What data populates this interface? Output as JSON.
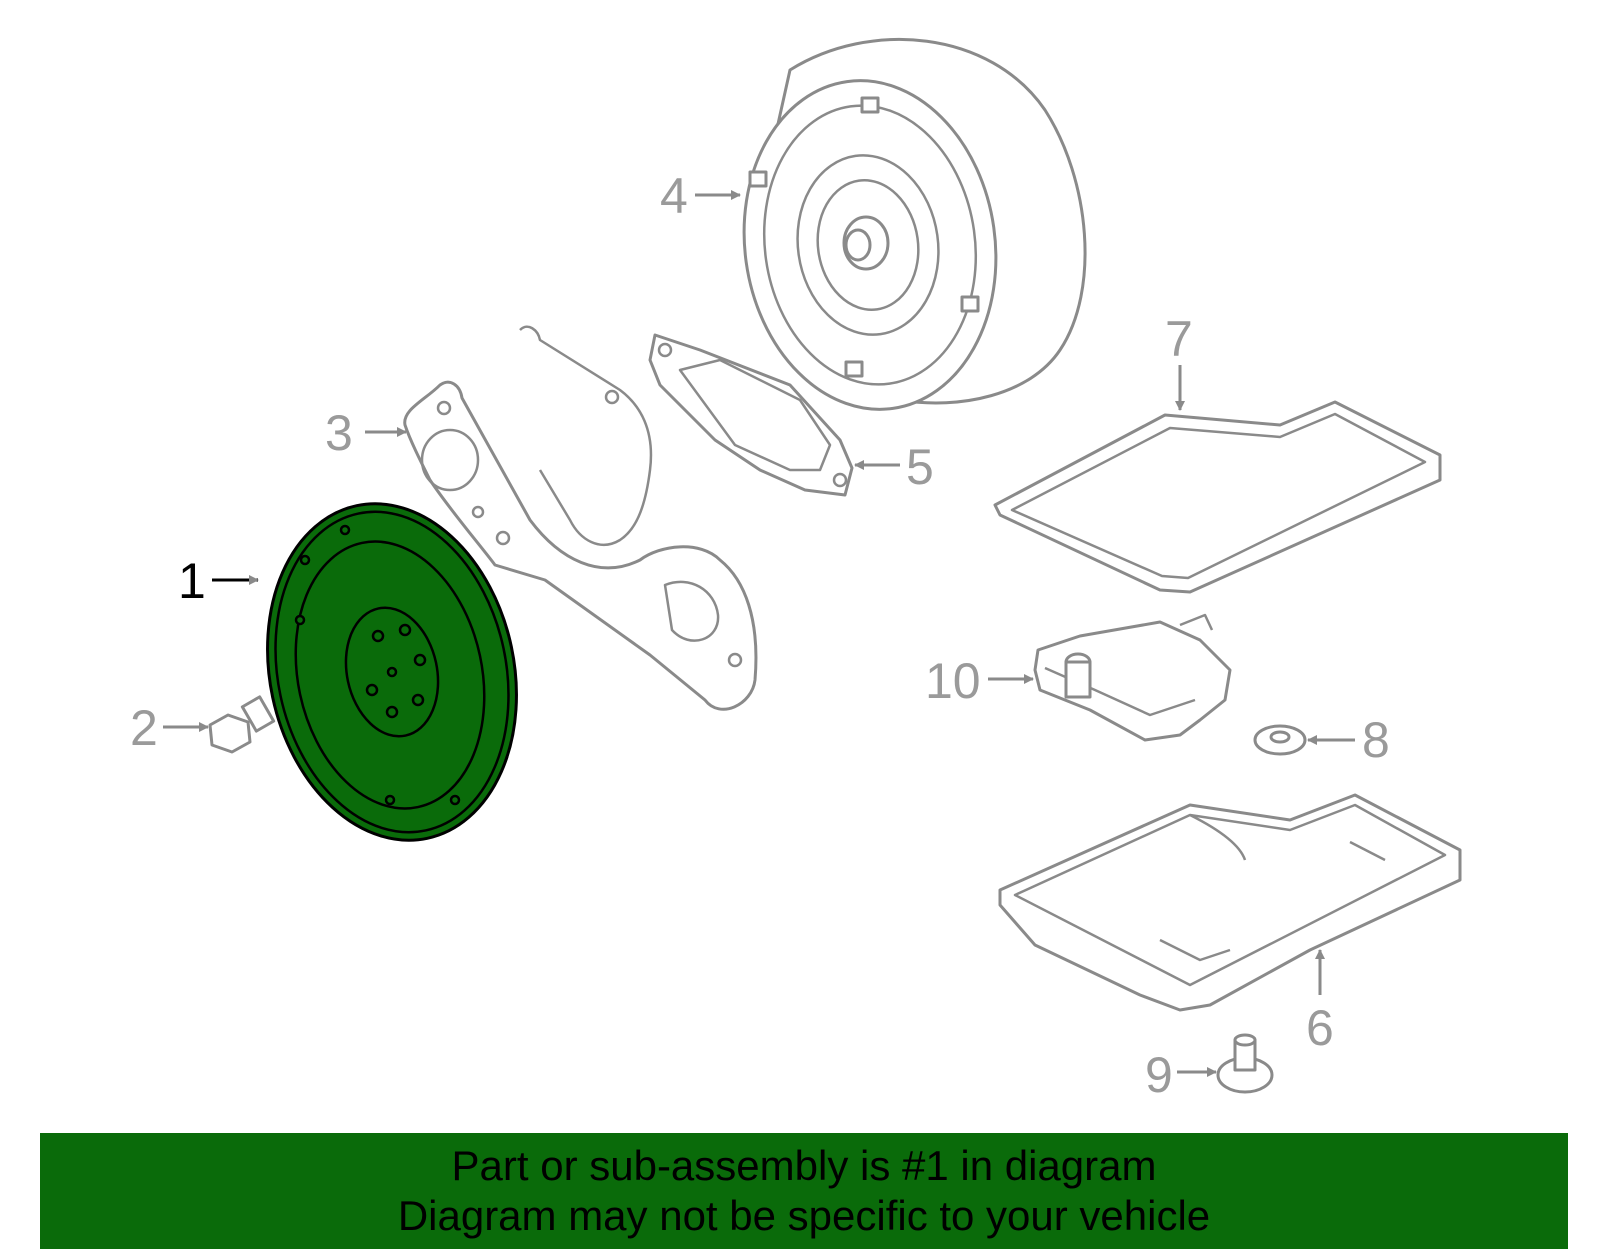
{
  "colors": {
    "highlight": "#0a6b0a",
    "part_stroke": "#8a8a8a",
    "label_inactive": "#9a9a9a",
    "label_active": "#000000"
  },
  "callouts": {
    "c1": "1",
    "c2": "2",
    "c3": "3",
    "c4": "4",
    "c5": "5",
    "c6": "6",
    "c7": "7",
    "c8": "8",
    "c9": "9",
    "c10": "10"
  },
  "highlighted_part": "1",
  "banner": {
    "line1": "Part or sub-assembly is #1 in diagram",
    "line2": "Diagram may not be specific to your vehicle"
  }
}
